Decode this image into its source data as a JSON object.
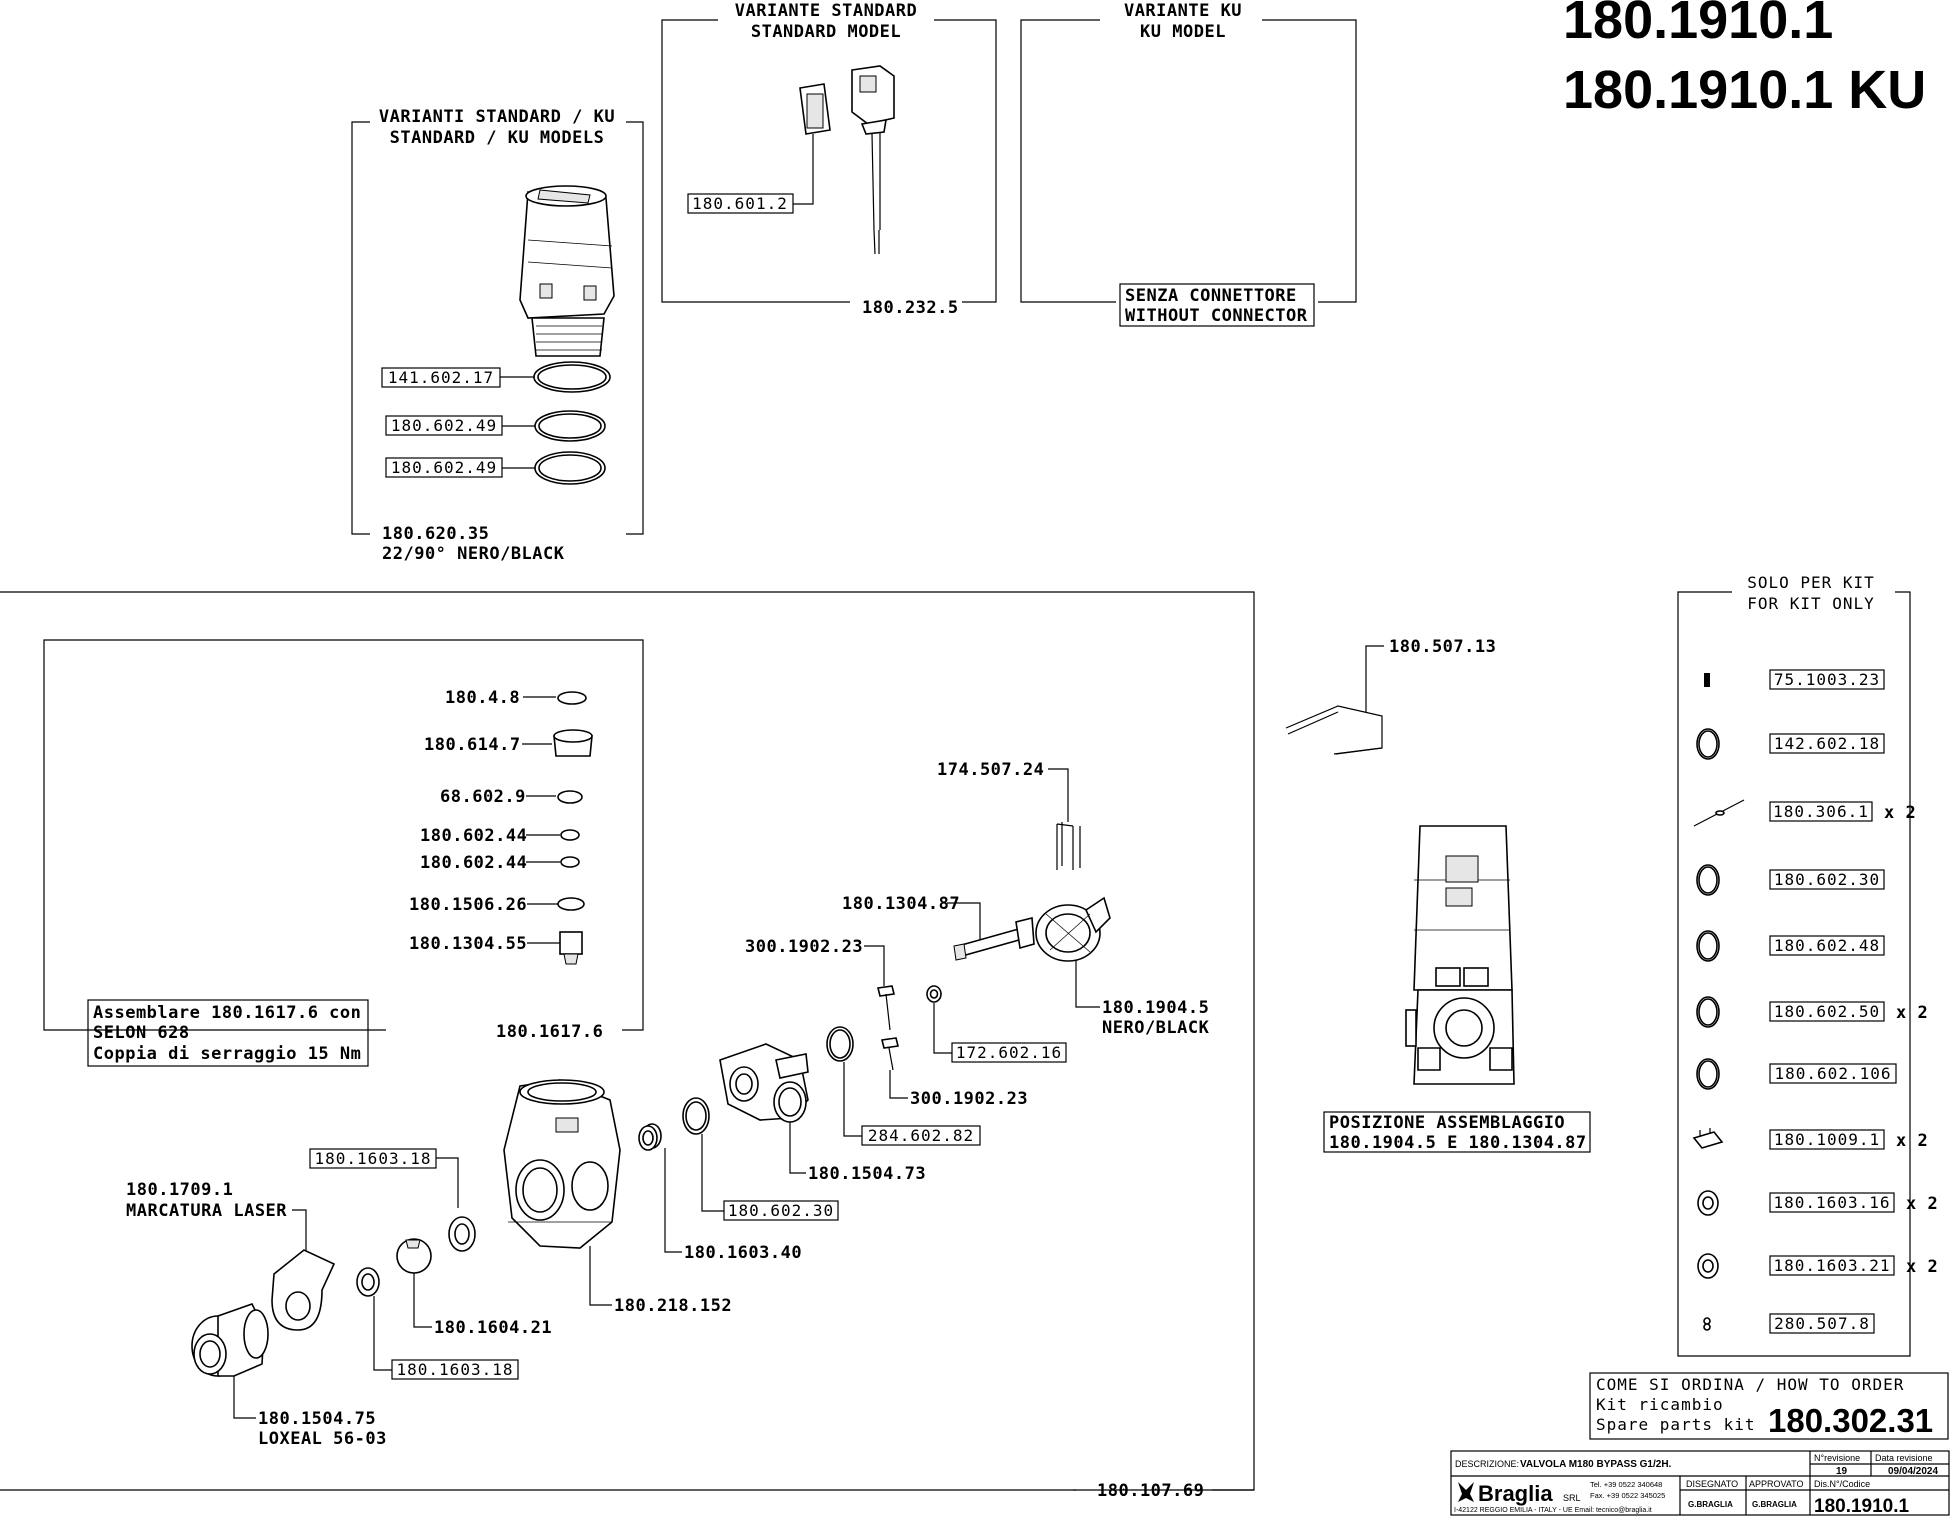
{
  "title": {
    "line1": "180.1910.1",
    "line2": "180.1910.1  KU"
  },
  "groups": {
    "std_ku": {
      "title1": "VARIANTI STANDARD / KU",
      "title2": "STANDARD / KU MODELS",
      "code1": "180.620.35",
      "code2": "22/90° NERO/BLACK"
    },
    "std": {
      "title1": "VARIANTE STANDARD",
      "title2": "STANDARD MODEL",
      "code": "180.232.5"
    },
    "ku": {
      "title1": "VARIANTE KU",
      "title2": "KU MODEL",
      "note1": "SENZA CONNETTORE",
      "note2": "WITHOUT CONNECTOR"
    },
    "kit_only": {
      "title1": "SOLO PER KIT",
      "title2": "FOR KIT ONLY"
    }
  },
  "labels": {
    "p141_602_17": "141.602.17",
    "p180_602_49a": "180.602.49",
    "p180_602_49b": "180.602.49",
    "p180_601_2": "180.601.2",
    "p180_4_8": "180.4.8",
    "p180_614_7": "180.614.7",
    "p68_602_9": "68.602.9",
    "p180_602_44a": "180.602.44",
    "p180_602_44b": "180.602.44",
    "p180_1506_26": "180.1506.26",
    "p180_1304_55": "180.1304.55",
    "p180_1617_6": "180.1617.6",
    "assembly_note1": "Assemblare 180.1617.6 con",
    "assembly_note2": "SELON 628",
    "assembly_note3": "Coppia di serraggio 15 Nm",
    "p174_507_24": "174.507.24",
    "p180_1304_87": "180.1304.87",
    "p300_1902_23a": "300.1902.23",
    "p300_1902_23b": "300.1902.23",
    "p172_602_16": "172.602.16",
    "p180_1904_5": "180.1904.5",
    "p180_1904_5b": "NERO/BLACK",
    "p284_602_82": "284.602.82",
    "p180_1504_73": "180.1504.73",
    "p180_602_30": "180.602.30",
    "p180_1603_40": "180.1603.40",
    "p180_218_152": "180.218.152",
    "p180_1603_18a": "180.1603.18",
    "p180_1603_18b": "180.1603.18",
    "p180_1709_1": "180.1709.1",
    "p180_1709_1b": "MARCATURA LASER",
    "p180_1604_21": "180.1604.21",
    "p180_1504_75": "180.1504.75",
    "p180_1504_75b": "LOXEAL 56-03",
    "p180_107_69": "180.107.69",
    "p180_507_13": "180.507.13",
    "position1": "POSIZIONE ASSEMBLAGGIO",
    "position2": "180.1904.5 E 180.1304.87"
  },
  "kit_items": [
    {
      "code": "75.1003.23",
      "qty": ""
    },
    {
      "code": "142.602.18",
      "qty": ""
    },
    {
      "code": "180.306.1",
      "qty": "x 2"
    },
    {
      "code": "180.602.30",
      "qty": ""
    },
    {
      "code": "180.602.48",
      "qty": ""
    },
    {
      "code": "180.602.50",
      "qty": "x 2"
    },
    {
      "code": "180.602.106",
      "qty": ""
    },
    {
      "code": "180.1009.1",
      "qty": "x 2"
    },
    {
      "code": "180.1603.16",
      "qty": "x 2"
    },
    {
      "code": "180.1603.21",
      "qty": "x 2"
    },
    {
      "code": "280.507.8",
      "qty": ""
    }
  ],
  "order": {
    "line1": "COME SI ORDINA / HOW TO ORDER",
    "line2": "Kit ricambio",
    "line3": "Spare parts kit",
    "code": "180.302.31"
  },
  "title_block": {
    "desc_label": "DESCRIZIONE:",
    "desc_value": "VALVOLA M180 BYPASS G1/2H.",
    "rev_label": "N°revisione",
    "rev_value": "19",
    "date_label": "Data revisione",
    "date_value": "09/04/2024",
    "brand": "Braglia",
    "brand_suffix": "SRL",
    "tel": "Tel. +39 0522 340648",
    "fax": "Fax. +39 0522 345025",
    "address": "I-42122 REGGIO EMILIA - ITALY - UE Email: tecnico@braglia.it",
    "drawn_label": "DISEGNATO",
    "drawn_value": "G.BRAGLIA",
    "approved_label": "APPROVATO",
    "approved_value": "G.BRAGLIA",
    "code_label": "Dis.N°/Codice",
    "code_value": "180.1910.1"
  }
}
